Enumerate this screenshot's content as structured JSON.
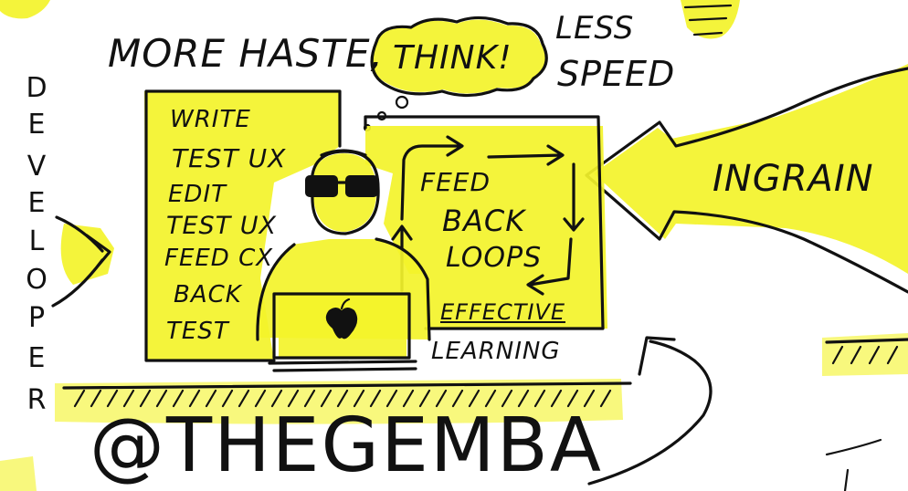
{
  "sketch": {
    "headline": {
      "more_haste": "MORE HASTE,",
      "think": "THINK!",
      "less": "LESS",
      "speed": "SPEED"
    },
    "side_label_letters": [
      "D",
      "E",
      "V",
      "E",
      "L",
      "O",
      "P",
      "E",
      "R"
    ],
    "left_list": [
      "WRITE",
      "TEST UX",
      "EDIT",
      "TEST UX",
      "FEED CX",
      "BACK",
      "TEST"
    ],
    "loop_box": {
      "line1": "FEED",
      "line2": "BACK",
      "line3": "LOOPS",
      "line4": "EFFECTIVE"
    },
    "learning": "LEARNING",
    "ingrain": "INGRAIN",
    "footer": "@THEGEMBA",
    "icons": [
      "apple-logo-icon",
      "hatching-icon",
      "arrow-icon"
    ],
    "colors": {
      "highlight": "#f3f32a",
      "ink": "#111111",
      "background": "#ffffff"
    }
  }
}
